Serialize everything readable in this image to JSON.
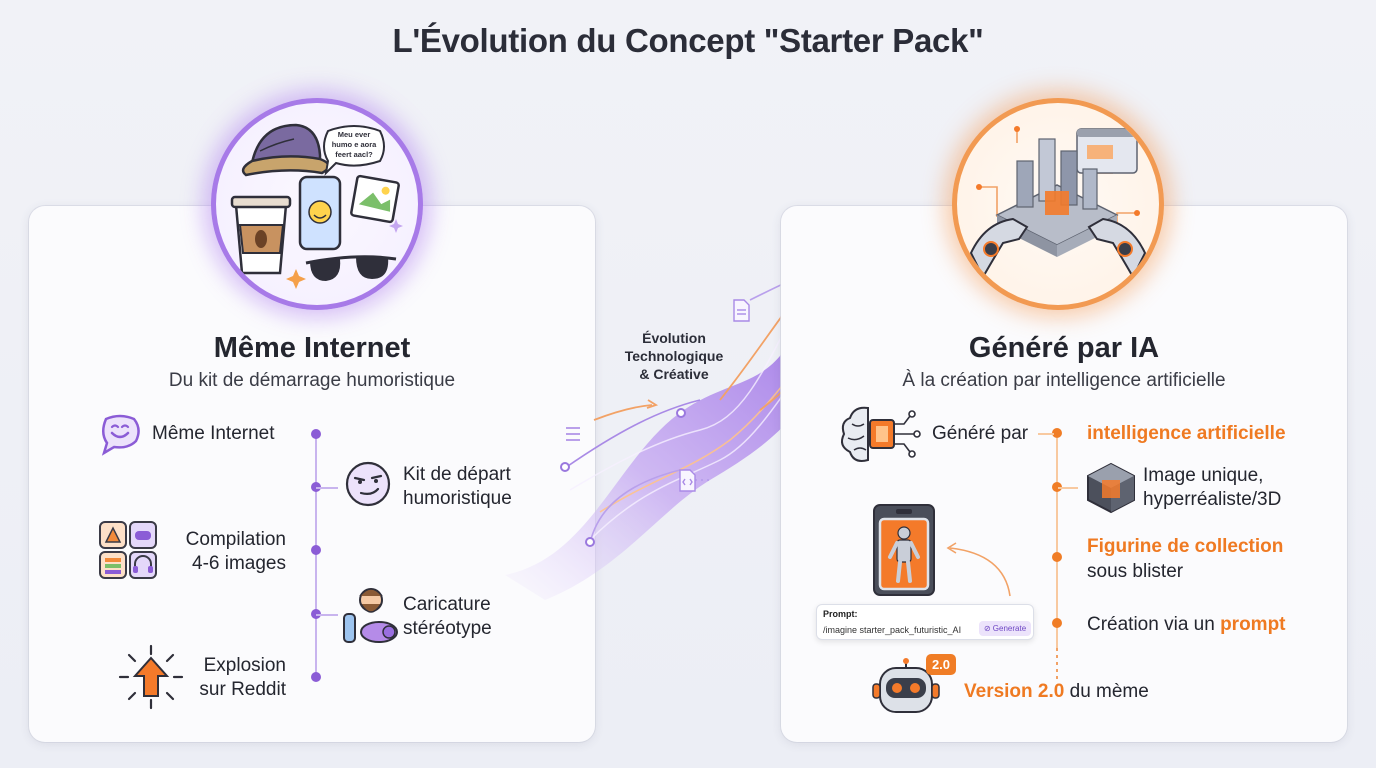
{
  "title": "L'Évolution du Concept \"Starter Pack\"",
  "left": {
    "speech_bubble_text": "Meu ever humo e aora feert aacl?",
    "title": "Même Internet",
    "subtitle": "Du kit de démarrage humoristique",
    "items": [
      {
        "label": "Même Internet",
        "icon": "smiling-speech-bubble-icon"
      },
      {
        "label_line1": "Kit de départ",
        "label_line2": "humoristique",
        "icon": "smirk-face-icon"
      },
      {
        "label_line1": "Compilation",
        "label_line2": "4-6 images",
        "icon": "image-grid-icon"
      },
      {
        "label_line1": "Caricature",
        "label_line2": "stéréotype",
        "icon": "hipster-caricature-icon"
      },
      {
        "label_line1": "Explosion",
        "label_line2": "sur Reddit",
        "icon": "explosion-arrow-icon"
      }
    ],
    "accent": "#8b5cd6"
  },
  "middle": {
    "label": "Évolution Technologique & Créative",
    "label_line1": "Évolution",
    "label_line2": "Technologique",
    "label_line3": "& Créative"
  },
  "right": {
    "title": "Généré par IA",
    "subtitle": "À la création par intelligence artificielle",
    "items": [
      {
        "label": "Généré par",
        "highlight": "intelligence artificielle",
        "icon": "ai-brain-chip-icon"
      },
      {
        "label_line1": "Image unique,",
        "label_line2": "hyperréaliste/3D",
        "icon": "3d-cube-icon"
      },
      {
        "highlight": "Figurine de collection",
        "label_line2": "sous blister",
        "icon": "blister-figurine-icon"
      },
      {
        "label": "Création via un",
        "highlight": "prompt"
      },
      {
        "highlight": "Version 2.0",
        "label": "du mème",
        "icon": "robot-head-icon"
      }
    ],
    "prompt": {
      "title": "Prompt:",
      "text": "/imagine starter_pack_futuristic_AI",
      "button": "Generate"
    },
    "version_badge": "2.0",
    "accent": "#f07d26"
  }
}
